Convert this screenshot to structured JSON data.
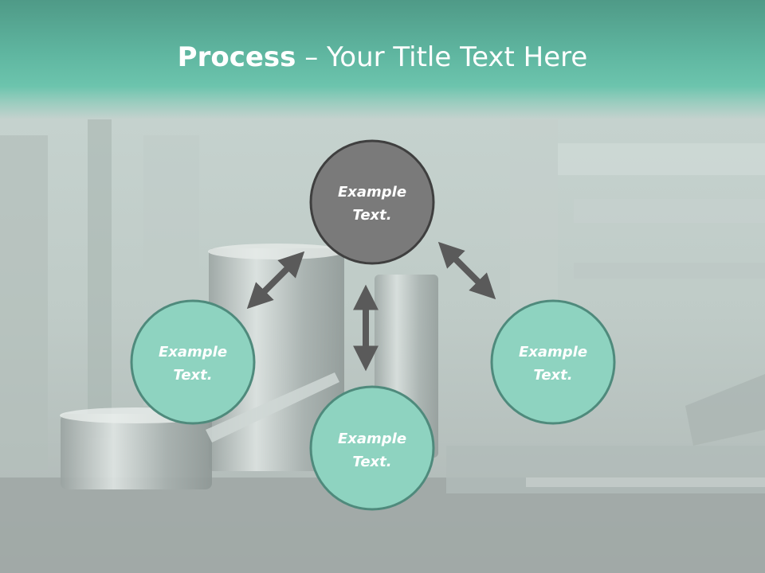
{
  "title": {
    "bold": "Process",
    "separator": " – ",
    "rest": "Your Title Text Here"
  },
  "colors": {
    "header_teal": "#5fb6a0",
    "node_teal": "#8ed3c0",
    "node_border": "#4f8a7c",
    "node_gray": "#7a7a7a",
    "node_gray_border": "#3f3f3f",
    "arrow": "#5a5a5a"
  },
  "nodes": {
    "top": {
      "line1": "Example",
      "line2": "Text."
    },
    "left": {
      "line1": "Example",
      "line2": "Text."
    },
    "bottom": {
      "line1": "Example",
      "line2": "Text."
    },
    "right": {
      "line1": "Example",
      "line2": "Text."
    }
  },
  "arrows": [
    {
      "name": "double-arrow-left",
      "icon": "double-headed-arrow"
    },
    {
      "name": "double-arrow-center",
      "icon": "double-headed-arrow"
    },
    {
      "name": "double-arrow-right",
      "icon": "double-headed-arrow"
    }
  ]
}
